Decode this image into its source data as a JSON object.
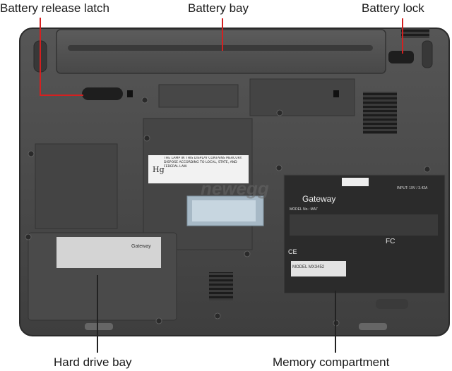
{
  "callouts": {
    "battery_release_latch": "Battery release latch",
    "battery_bay": "Battery bay",
    "battery_lock": "Battery lock",
    "hard_drive_bay": "Hard drive bay",
    "memory_compartment": "Memory compartment"
  },
  "labels": {
    "mercury_warning": "THE LAMP IN THIS DISPLAY CONTAINS MERCURY. DISPOSE ACCORDING TO LOCAL, STATE, AND FEDERAL LAW.",
    "mercury_symbol": "Hg",
    "hdd_brand": "Gateway",
    "main_brand": "Gateway",
    "model_label": "MODEL No.: MA7",
    "input_label": "INPUT: 19V / 3.42A",
    "model_sticker": "MODEL MX3452",
    "fcc_mark": "FC",
    "ce_mark": "CE"
  },
  "watermark": "newegg",
  "colors": {
    "case": "#4a4a4a",
    "case_edge": "#2e2e2e",
    "callout_line": "#d42020",
    "callout_line_dark": "#222222"
  }
}
